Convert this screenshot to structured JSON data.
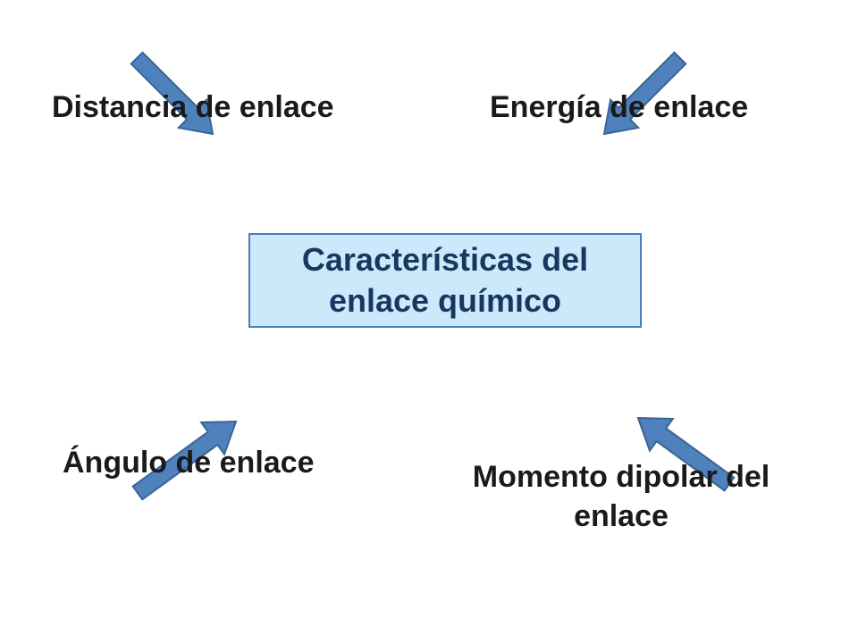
{
  "diagram": {
    "center": {
      "title": "Características del enlace químico"
    },
    "nodes": {
      "top_left": "Distancia de enlace",
      "top_right": "Energía de enlace",
      "bottom_left": "Ángulo de enlace",
      "bottom_right": "Momento dipolar del enlace"
    },
    "colors": {
      "arrow_fill": "#4f81bd",
      "arrow_stroke": "#3a6396",
      "box_fill": "#cce9fb",
      "box_border": "#4a7ab5",
      "center_text": "#17375e",
      "label_text": "#1a1a1a"
    }
  }
}
